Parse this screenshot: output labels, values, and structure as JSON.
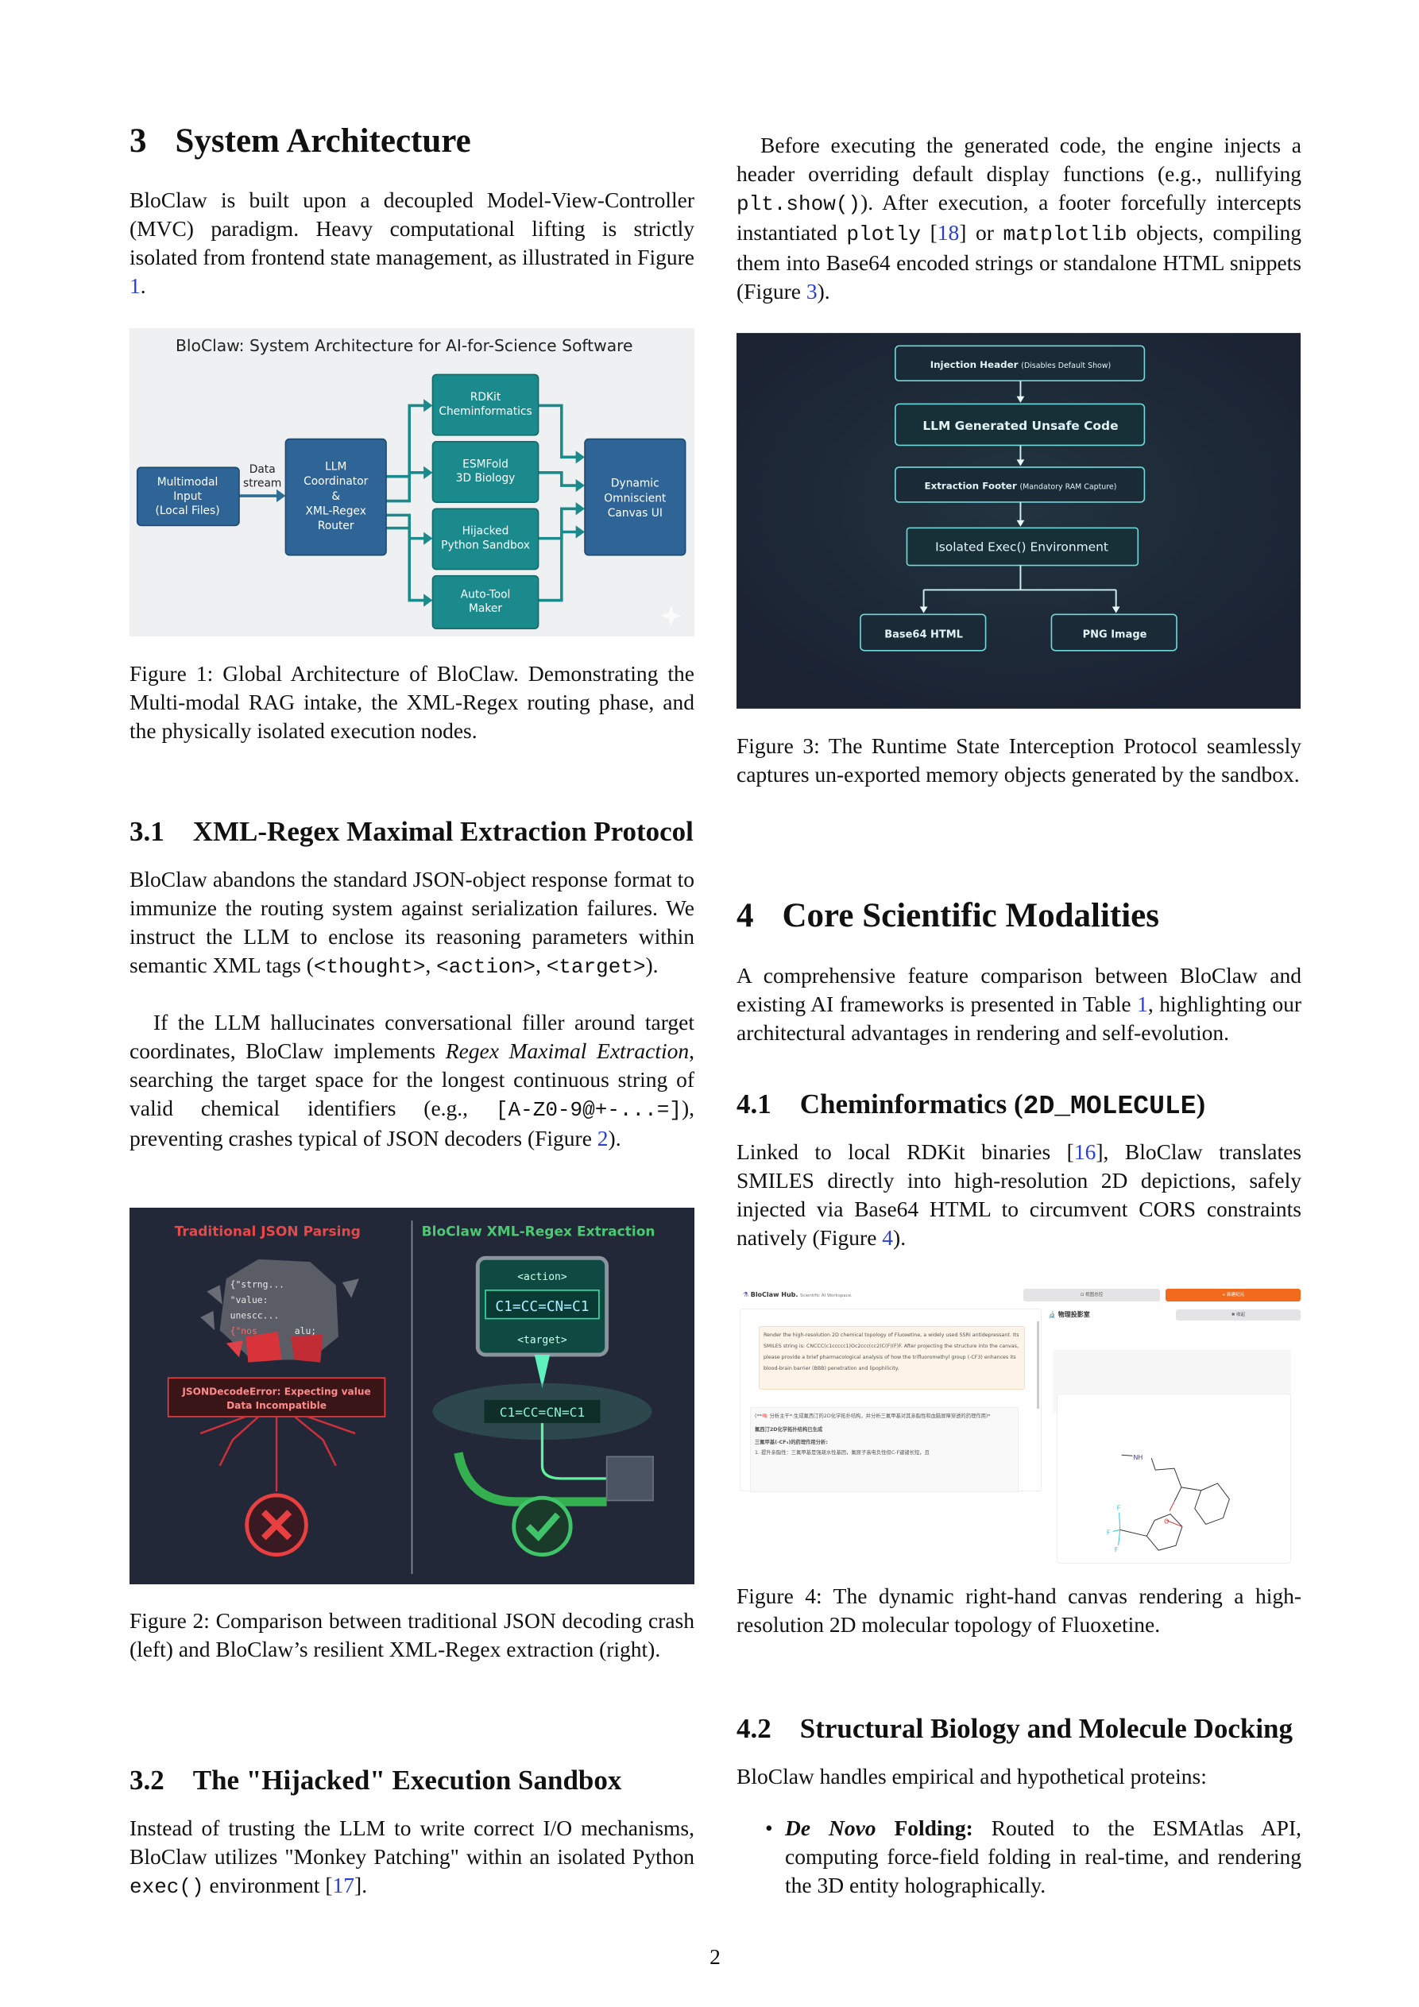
{
  "left": {
    "s3": {
      "num": "3",
      "title": "System Architecture"
    },
    "p1": {
      "a": "BloClaw is built upon a decoupled Model-View-Controller (MVC) paradigm. Heavy computational lifting is strictly isolated from frontend state management, as illustrated in Figure ",
      "ref": "1",
      "b": "."
    },
    "fig1": {
      "title": "BloClaw: System Architecture for AI-for-Science Software",
      "input": [
        "Multimodal",
        "Input",
        "(Local Files)"
      ],
      "stream": [
        "Data",
        "stream"
      ],
      "router": [
        "LLM",
        "Coordinator",
        "&",
        "XML-Regex",
        "Router"
      ],
      "nodes": [
        [
          "RDKit",
          "Cheminformatics"
        ],
        [
          "ESMFold",
          "3D Biology"
        ],
        [
          "Hijacked",
          "Python Sandbox"
        ],
        [
          "Auto-Tool",
          "Maker"
        ]
      ],
      "output": [
        "Dynamic",
        "Omniscient",
        "Canvas UI"
      ],
      "colors": {
        "blue": "#2f6496",
        "teal": "#1b8a8c",
        "bg": "#eef0f1"
      }
    },
    "cap1": "Figure 1: Global Architecture of BloClaw. Demonstrating the Multi-modal RAG intake, the XML-Regex routing phase, and the physically isolated execution nodes.",
    "s31": {
      "num": "3.1",
      "title": "XML-Regex Maximal Extraction Protocol"
    },
    "p2": {
      "a": "BloClaw abandons the standard JSON-object response format to immunize the routing system against serialization failures. We instruct the LLM to enclose its reasoning parameters within semantic XML tags (",
      "t1": "<thought>",
      "c1": ", ",
      "t2": "<action>",
      "c2": ", ",
      "t3": "<target>",
      "b": ")."
    },
    "p3": {
      "a": "If the LLM hallucinates conversational filler around target coordinates, BloClaw implements ",
      "em": "Regex Maximal Extraction",
      "b": ", searching the target space for the longest continuous string of valid chemical identifiers (e.g., ",
      "code": "[A-Z0-9@+-...=]",
      "c": "), preventing crashes typical of JSON decoders (Figure ",
      "ref": "2",
      "d": ")."
    },
    "fig2": {
      "left_title": "Traditional JSON Parsing",
      "right_title": "BloClaw XML-Regex Extraction",
      "code_frags": [
        "{\"strng...",
        "\"value:",
        "unescc...",
        "{\"nos",
        "alu;"
      ],
      "error": [
        "JSONDecodeError: Expecting value",
        "Data Incompatible"
      ],
      "action": "<action>",
      "smiles": "C1=CC=CN=C1",
      "target": "<target>",
      "extracted": "C1=CC=CN=C1",
      "colors": {
        "bg": "#222838",
        "red": "#e84040",
        "green": "#3fc46a"
      }
    },
    "cap2": "Figure 2: Comparison between traditional JSON decoding crash (left) and BloClaw’s resilient XML-Regex extraction (right).",
    "s32": {
      "num": "3.2",
      "title": "The \"Hijacked\" Execution Sandbox"
    },
    "p4": {
      "a": "Instead of trusting the LLM to write correct I/O mechanisms, BloClaw utilizes \"Monkey Patching\" within an isolated Python ",
      "code": "exec()",
      "b": " environment [",
      "ref": "17",
      "c": "]."
    }
  },
  "right": {
    "p1": {
      "a": "Before executing the generated code, the engine injects a header overriding default display functions (e.g., nullifying ",
      "c1": "plt.show()",
      "b": "). After execution, a footer forcefully intercepts instantiated ",
      "c2": "plotly",
      "c": " [",
      "ref1": "18",
      "d": "] or ",
      "c3": "matplotlib",
      "e": " objects, compiling them into Base64 encoded strings or standalone HTML snippets (Figure ",
      "ref2": "3",
      "f": ")."
    },
    "fig3": {
      "steps": [
        {
          "bold": "Injection Header",
          "note": "(Disables Default Show)"
        },
        {
          "bold": "LLM Generated Unsafe Code",
          "note": ""
        },
        {
          "bold": "Extraction Footer",
          "note": "(Mandatory RAM Capture)"
        },
        {
          "bold": "Isolated Exec() Environment",
          "note": ""
        }
      ],
      "outputs": [
        "Base64 HTML",
        "PNG Image"
      ],
      "colors": {
        "bg": "#1c2535",
        "accent": "#5fd6d8"
      }
    },
    "cap3": "Figure 3: The Runtime State Interception Protocol seamlessly captures un-exported memory objects generated by the sandbox.",
    "s4": {
      "num": "4",
      "title": "Core Scientific Modalities"
    },
    "p2": {
      "a": "A comprehensive feature comparison between BloClaw and existing AI frameworks is presented in Table ",
      "ref": "1",
      "b": ", highlighting our architectural advantages in rendering and self-evolution."
    },
    "s41": {
      "num": "4.1",
      "title": "Cheminformatics (",
      "code": "2D_MOLECULE",
      "end": ")"
    },
    "p3": {
      "a": "Linked to local RDKit binaries [",
      "ref1": "16",
      "b": "], BloClaw translates SMILES directly into high-resolution 2D depictions, safely injected via Base64 HTML to circumvent CORS constraints natively (Figure ",
      "ref2": "4",
      "c": ")."
    },
    "fig4": {
      "brand": "BloClaw Hub.",
      "tagline": "Scientific AI Workspace.",
      "btn_view": "⊡ 视图总控",
      "btn_new": "+ 新建纪元",
      "prompt": "Render the high-resolution 2D chemical topology of Fluoxetine, a widely used SSRI antidepressant. Its SMILES string is: CNCCC(c1ccccc1)Oc2ccc(cc2)C(F)(F)F. After projecting the structure into the canvas, please provide a brief pharmacological analysis of how the trifluoromethyl group (-CF3) enhances its blood-brain barrier (BBB) penetration and lipophilicity.",
      "resp": [
        "(**🧠 分析主干*:生成氟西汀的2D化学拓扑结构，并分析三氟甲基对其亲脂性和血脑屏障穿透的药理作用)*",
        "氟西汀2D化学拓扑结构已生成",
        "三氟甲基(-CF₃)的药理作用分析:",
        "1. 提升亲脂性：三氟甲基是强疏水性基团，氟原子高电负性但C-F键键长短，且"
      ],
      "panel_title": "物理投影室",
      "btn_collapse": "✖ 收起",
      "atoms": {
        "n": "NH",
        "o": "O",
        "f": "F"
      },
      "colors": {
        "orange": "#f26b1d",
        "prompt_bg": "#fdf3e6"
      }
    },
    "cap4": "Figure 4: The dynamic right-hand canvas rendering a high-resolution 2D molecular topology of Fluoxetine.",
    "s42": {
      "num": "4.2",
      "title": "Structural Biology and Molecule Docking"
    },
    "p4": "BloClaw handles empirical and hypothetical proteins:",
    "bullet": {
      "em": "De Novo",
      "bold": " Folding:",
      "rest": " Routed to the ESMAtlas API, computing force-field folding in real-time, and rendering the 3D entity holographically."
    }
  },
  "page_number": "2"
}
